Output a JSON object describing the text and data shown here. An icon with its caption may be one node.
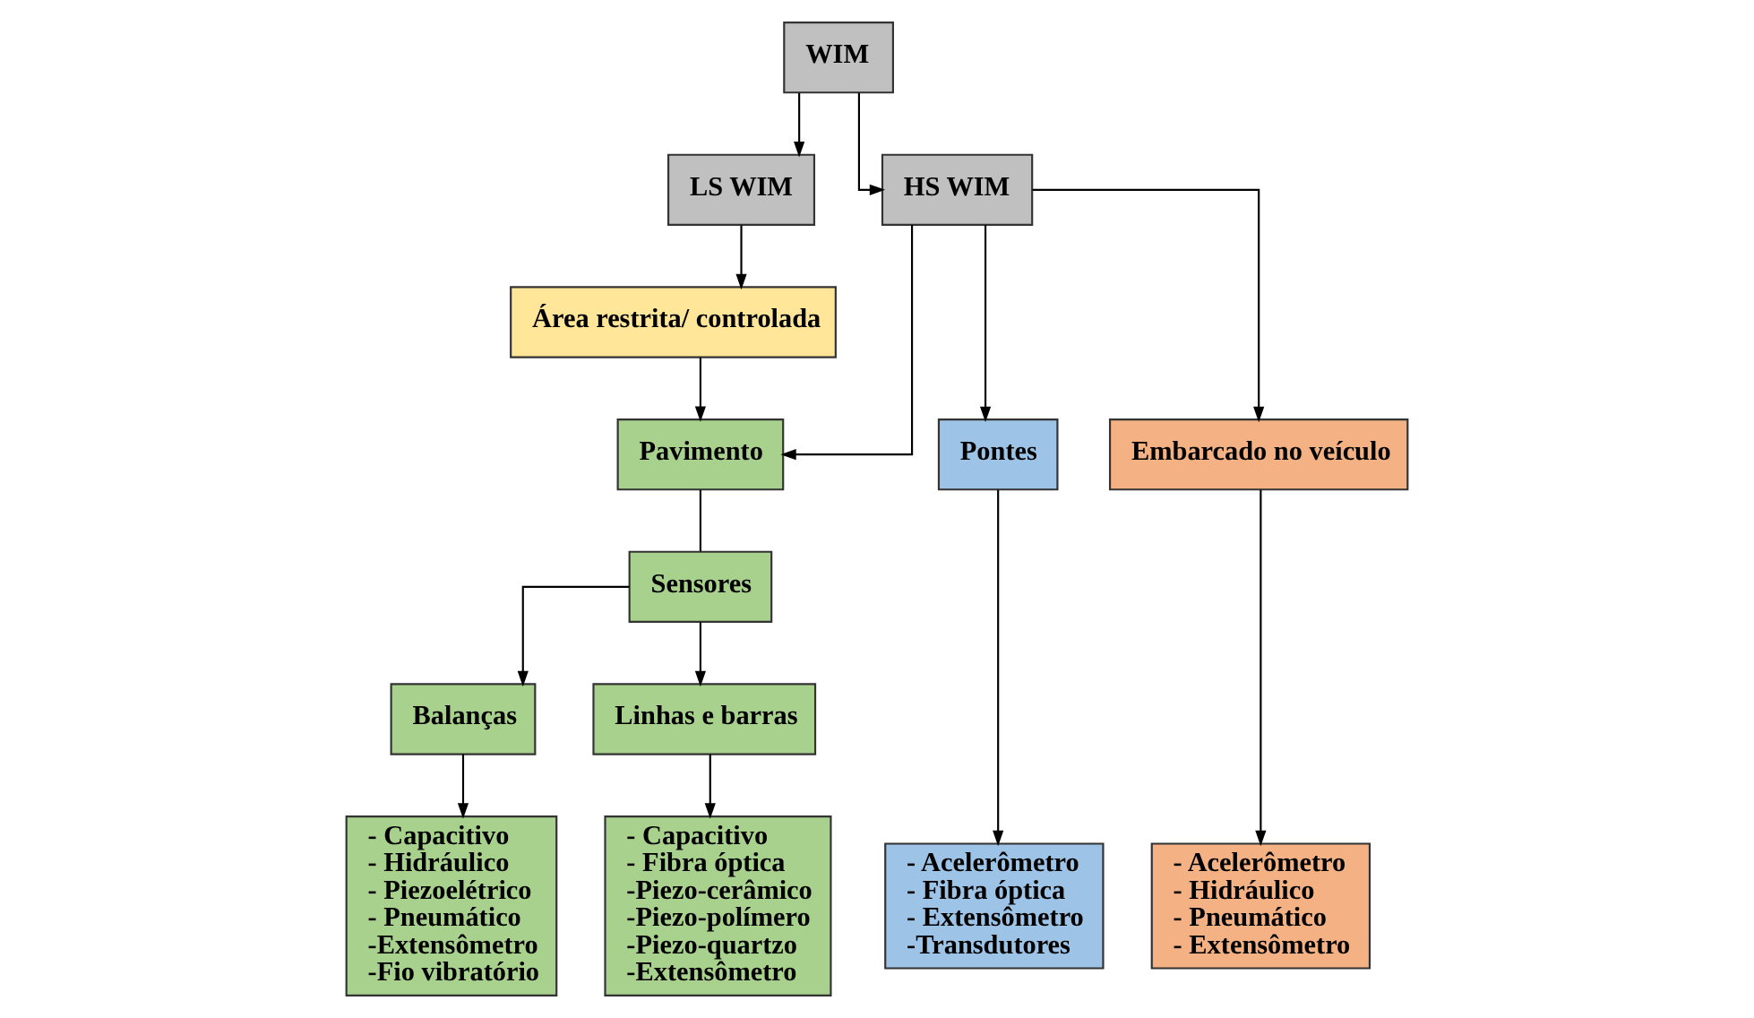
{
  "diagram": {
    "nodes": [
      {
        "text": [
          "WIM"
        ]
      },
      {
        "text": [
          "LS WIM"
        ]
      },
      {
        "text": [
          "HS WIM"
        ]
      },
      {
        "text": [
          "Área restrita/ controlada"
        ]
      },
      {
        "text": [
          "Pavimento"
        ]
      },
      {
        "text": [
          "Pontes"
        ]
      },
      {
        "text": [
          "Embarcado no veículo"
        ]
      },
      {
        "text": [
          "Sensores"
        ]
      },
      {
        "text": [
          "Balanças"
        ]
      },
      {
        "text": [
          "Linhas e barras"
        ]
      },
      {
        "text": [
          "- Capacitivo",
          "- Hidráulico",
          "- Piezoelétrico",
          "- Pneumático",
          "-Extensômetro",
          "-Fio vibratório"
        ]
      },
      {
        "text": [
          "- Capacitivo",
          "- Fibra óptica",
          "-Piezo-cerâmico",
          "-Piezo-polímero",
          "-Piezo-quartzo",
          "-Extensômetro"
        ]
      },
      {
        "text": [
          "- Acelerômetro",
          "- Fibra óptica",
          "- Extensômetro",
          "-Transdutores"
        ]
      },
      {
        "text": [
          "- Acelerômetro",
          "- Hidráulico",
          "- Pneumático",
          "- Extensômetro"
        ]
      }
    ],
    "edges": [
      {
        "from": 0,
        "to": 1,
        "arrow": "to"
      },
      {
        "from": 0,
        "to": 2,
        "arrow": "to"
      },
      {
        "from": 1,
        "to": 3,
        "arrow": "to"
      },
      {
        "from": 3,
        "to": 4,
        "arrow": "to"
      },
      {
        "from": 2,
        "to": 4,
        "arrow": "to"
      },
      {
        "from": 2,
        "to": 5,
        "arrow": "to"
      },
      {
        "from": 2,
        "to": 6,
        "arrow": "to"
      },
      {
        "from": 4,
        "to": 7,
        "arrow": "none"
      },
      {
        "from": 7,
        "to": 8,
        "arrow": "to"
      },
      {
        "from": 7,
        "to": 9,
        "arrow": "to"
      },
      {
        "from": 8,
        "to": 10,
        "arrow": "to"
      },
      {
        "from": 9,
        "to": 11,
        "arrow": "to"
      },
      {
        "from": 5,
        "to": 12,
        "arrow": "to"
      },
      {
        "from": 6,
        "to": 13,
        "arrow": "to"
      }
    ]
  }
}
